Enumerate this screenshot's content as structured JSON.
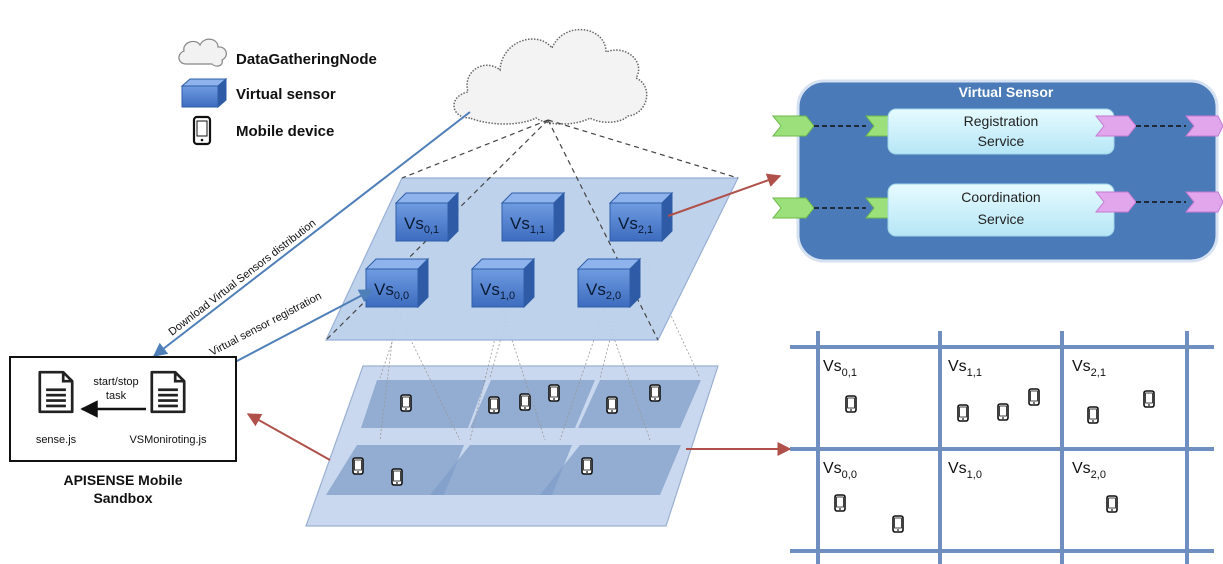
{
  "legend": {
    "items": [
      {
        "label": "DataGatheringNode",
        "icon": "cloud-icon"
      },
      {
        "label": "Virtual sensor",
        "icon": "cube-icon"
      },
      {
        "label": "Mobile device",
        "icon": "phone-icon"
      }
    ]
  },
  "arrows": {
    "download": "Download Virtual Sensors distribution",
    "registration": "Virtual sensor registration"
  },
  "upper_layer": {
    "cubes": [
      {
        "main": "Vs",
        "sub": "0,1"
      },
      {
        "main": "Vs",
        "sub": "1,1"
      },
      {
        "main": "Vs",
        "sub": "2,1"
      },
      {
        "main": "Vs",
        "sub": "0,0"
      },
      {
        "main": "Vs",
        "sub": "1,0"
      },
      {
        "main": "Vs",
        "sub": "2,0"
      }
    ]
  },
  "virtual_sensor_panel": {
    "title": "Virtual Sensor",
    "services": [
      {
        "line1": "Registration",
        "line2": "Service"
      },
      {
        "line1": "Coordination",
        "line2": "Service"
      }
    ]
  },
  "sandbox": {
    "action": {
      "line1": "start/stop",
      "line2": "task"
    },
    "files": [
      "sense.js",
      "VSMoniroting.js"
    ],
    "caption": {
      "line1": "APISENSE Mobile",
      "line2": "Sandbox"
    }
  },
  "grid": {
    "cells": [
      {
        "main": "Vs",
        "sub": "0,1"
      },
      {
        "main": "Vs",
        "sub": "1,1"
      },
      {
        "main": "Vs",
        "sub": "2,1"
      },
      {
        "main": "Vs",
        "sub": "0,0"
      },
      {
        "main": "Vs",
        "sub": "1,0"
      },
      {
        "main": "Vs",
        "sub": "2,0"
      }
    ]
  },
  "colors": {
    "layer_fill": "#c9d8ee",
    "cube_front": "#4f7fd0",
    "panel_bg": "#4a7ab8",
    "service_fill": "#c6effa",
    "grid_line": "#6f8fc0",
    "red_arrow": "#b0504a",
    "blue_arrow": "#4f7fb8",
    "green_port": "#9be07a",
    "pink_port": "#e2a6ec"
  }
}
